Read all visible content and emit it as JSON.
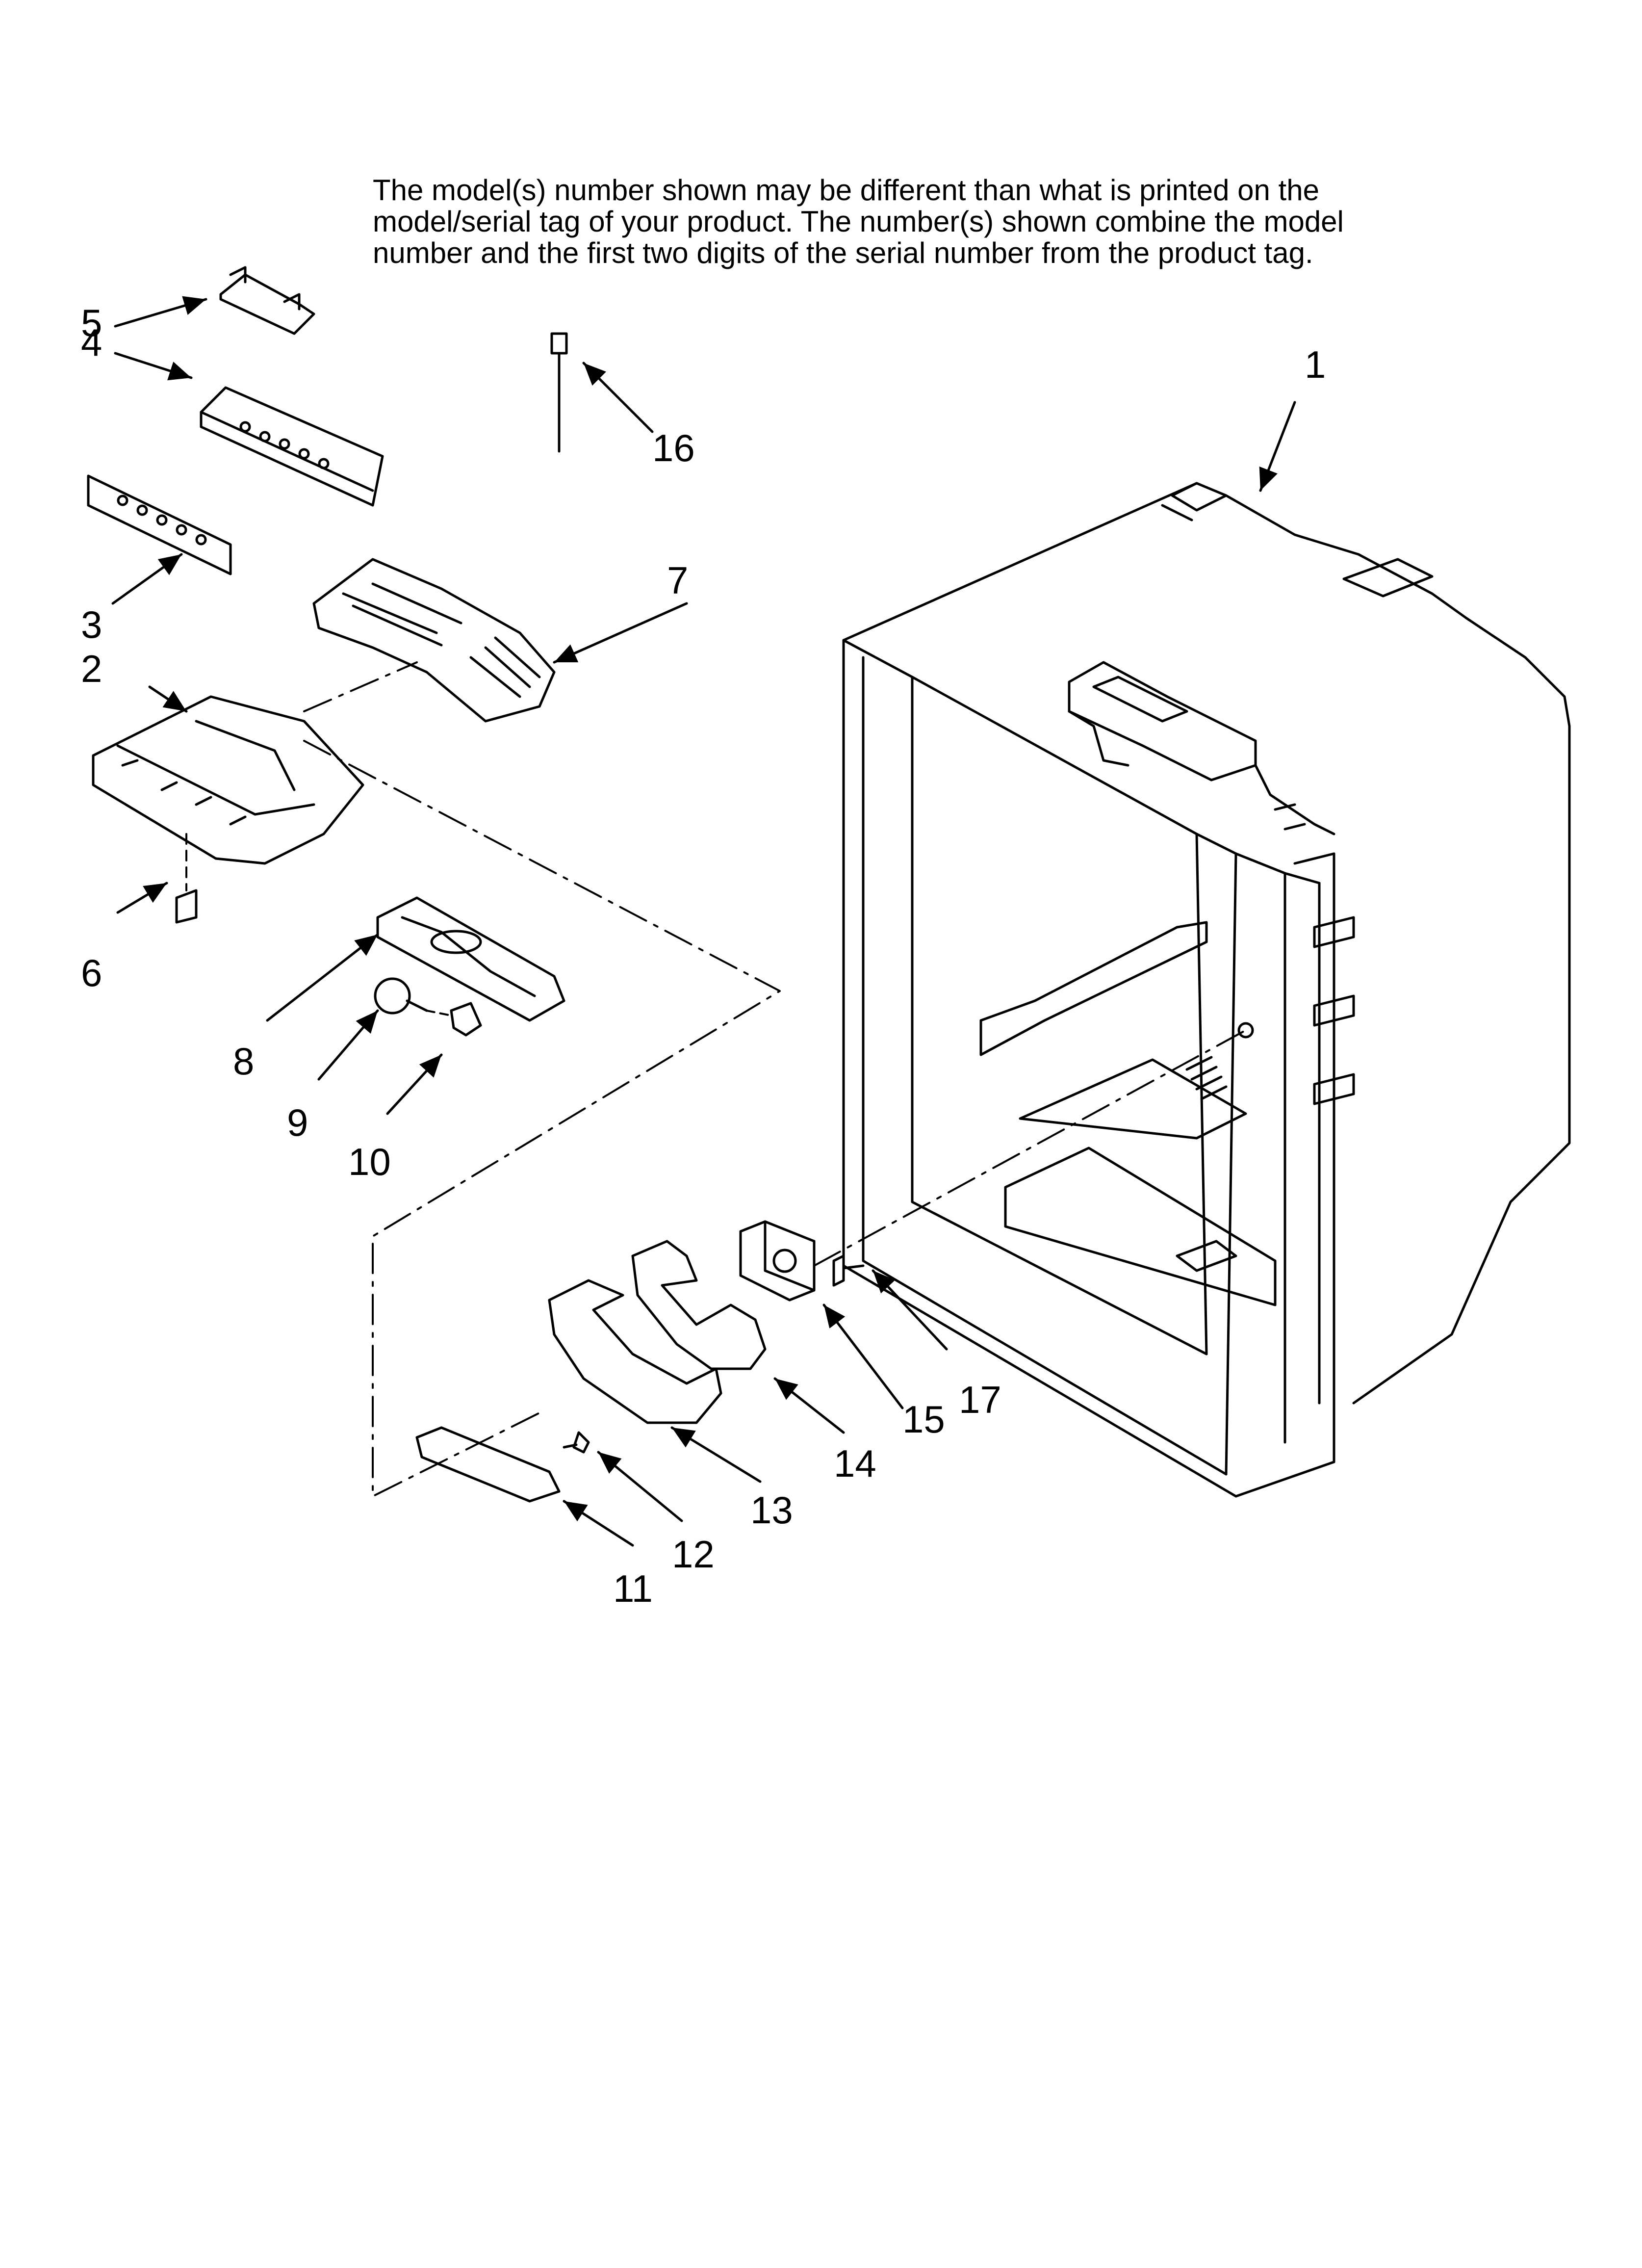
{
  "note": {
    "lines": [
      "The model(s) number shown may be different than what is printed on the",
      "model/serial tag of your product. The number(s) shown combine the model",
      "number and the first two digits of the serial number from the product tag."
    ]
  },
  "callouts": {
    "c1": "1",
    "c2": "2",
    "c3": "3",
    "c4": "4",
    "c5": "5",
    "c6": "6",
    "c7": "7",
    "c8": "8",
    "c9": "9",
    "c10": "10",
    "c11": "11",
    "c12": "12",
    "c13": "13",
    "c14": "14",
    "c15": "15",
    "c16": "16",
    "c17": "17"
  },
  "colors": {
    "line": "#000000",
    "background": "#ffffff"
  }
}
